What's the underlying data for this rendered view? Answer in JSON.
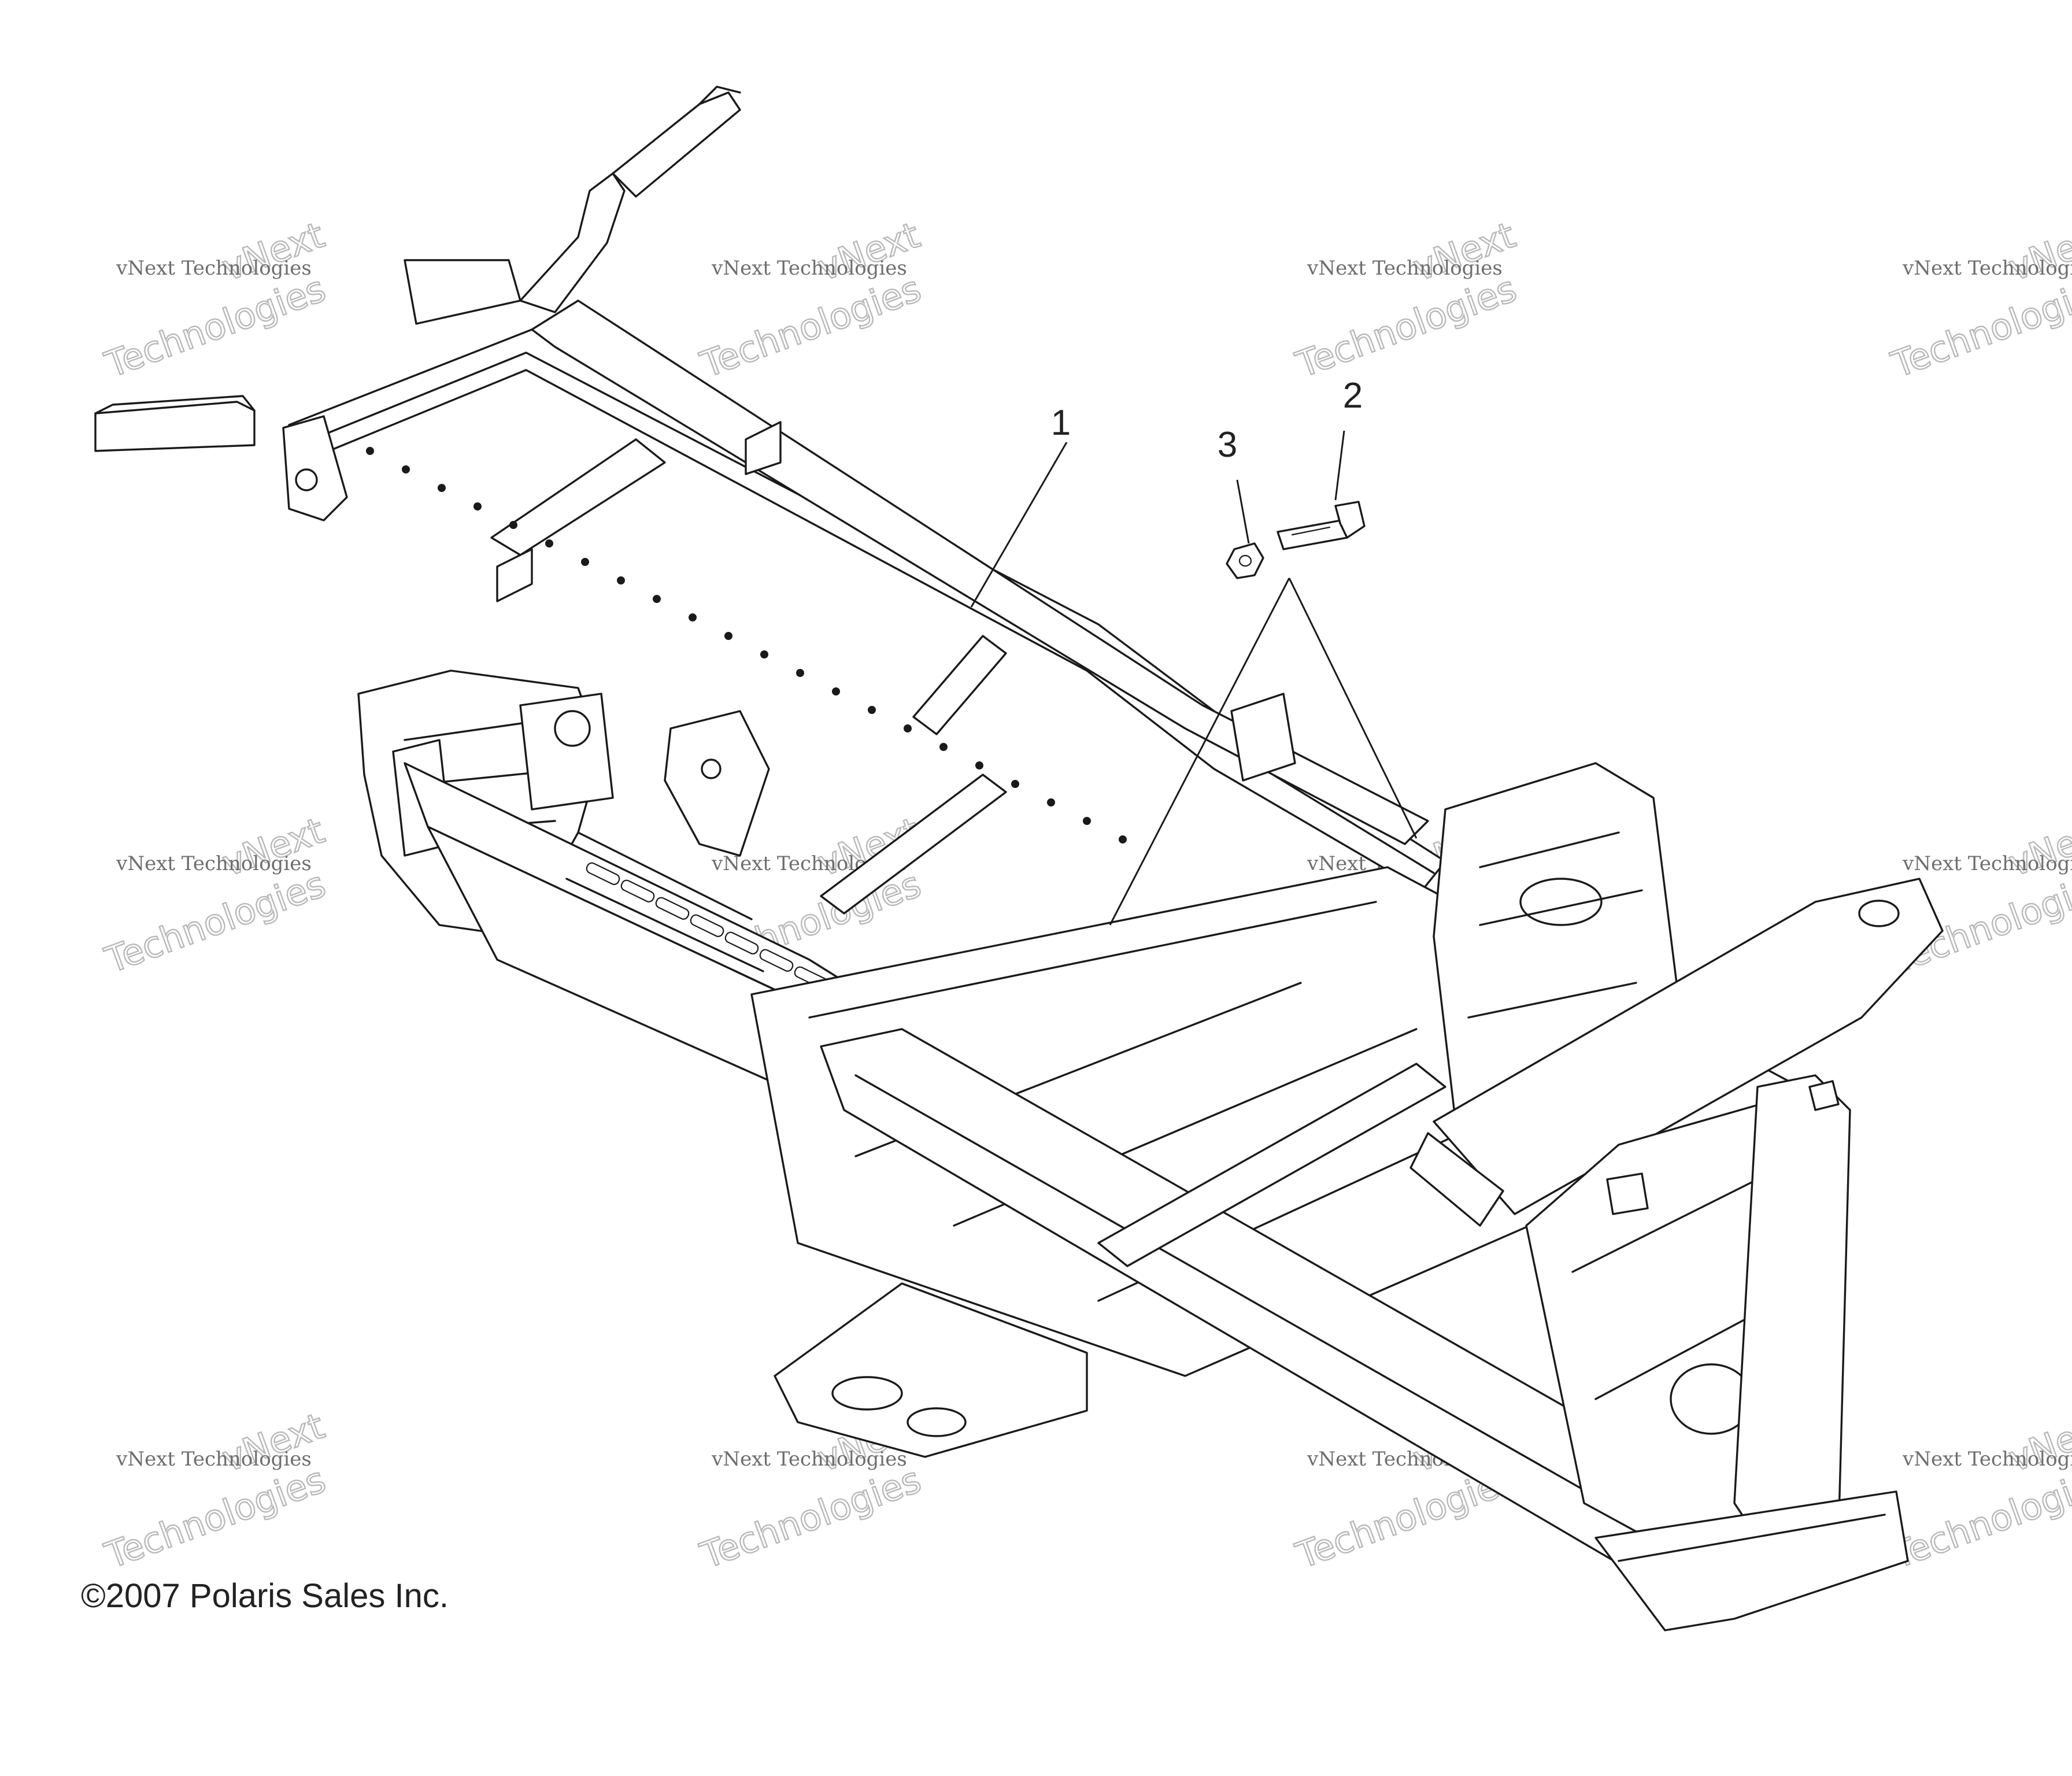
{
  "diagram": {
    "callouts": [
      {
        "id": "1",
        "label": "1"
      },
      {
        "id": "2",
        "label": "2"
      },
      {
        "id": "3",
        "label": "3"
      }
    ],
    "copyright": "©2007 Polaris Sales Inc.",
    "watermark": {
      "line1": "vNext Technologies",
      "line2": "vNext",
      "line3": "Technologies"
    }
  }
}
